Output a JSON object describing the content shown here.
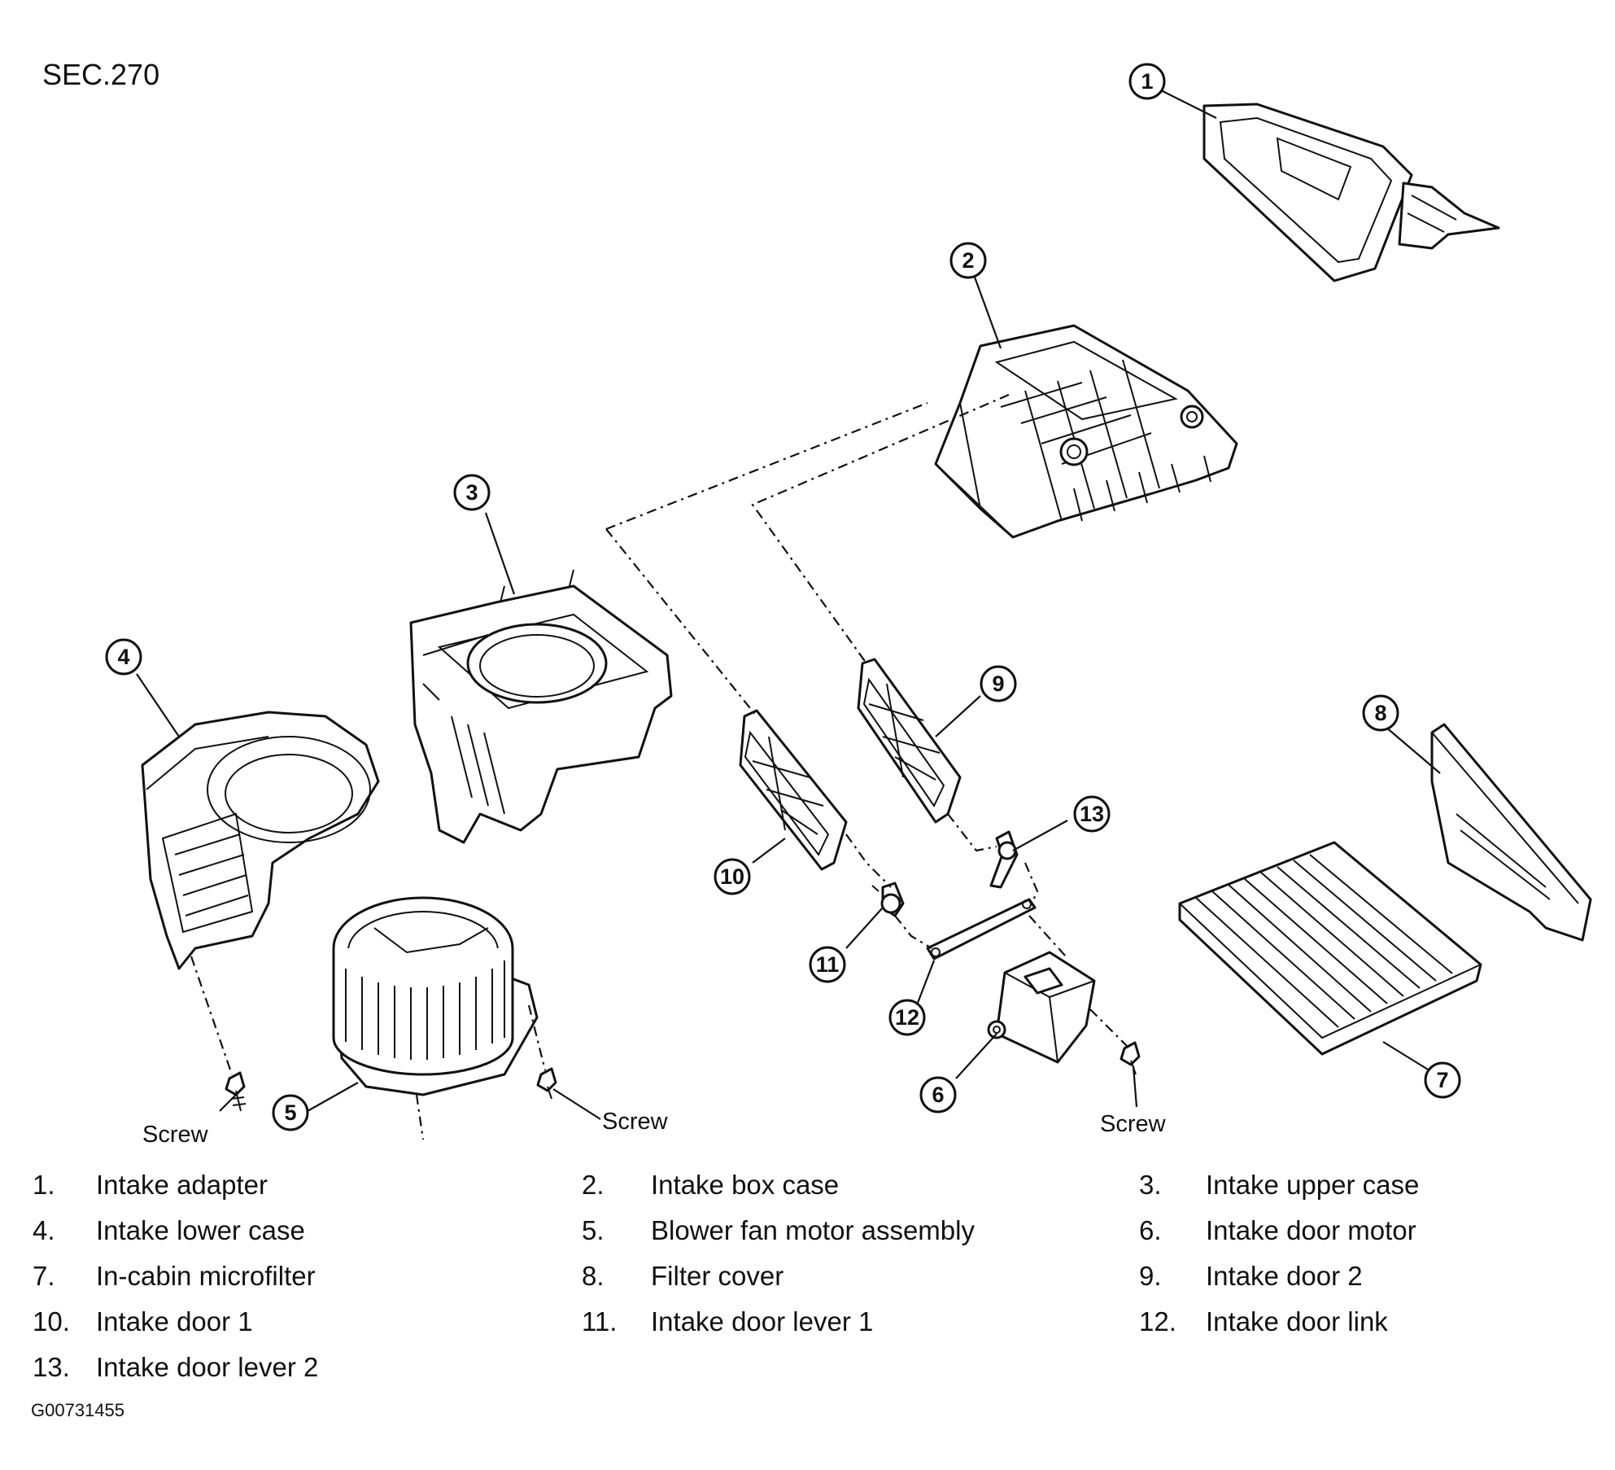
{
  "section": "SEC.270",
  "figure_id": "G00731455",
  "screw_label": "Screw",
  "callouts": [
    "1",
    "2",
    "3",
    "4",
    "5",
    "6",
    "7",
    "8",
    "9",
    "10",
    "11",
    "12",
    "13"
  ],
  "legend": [
    {
      "num": "1.",
      "text": "Intake adapter"
    },
    {
      "num": "2.",
      "text": "Intake box case"
    },
    {
      "num": "3.",
      "text": "Intake upper case"
    },
    {
      "num": "4.",
      "text": "Intake lower case"
    },
    {
      "num": "5.",
      "text": "Blower fan motor assembly"
    },
    {
      "num": "6.",
      "text": "Intake door motor"
    },
    {
      "num": "7.",
      "text": "In-cabin microfilter"
    },
    {
      "num": "8.",
      "text": "Filter cover"
    },
    {
      "num": "9.",
      "text": "Intake door 2"
    },
    {
      "num": "10.",
      "text": "Intake door 1"
    },
    {
      "num": "11.",
      "text": "Intake door lever 1"
    },
    {
      "num": "12.",
      "text": "Intake door link"
    },
    {
      "num": "13.",
      "text": "Intake door lever 2"
    }
  ]
}
